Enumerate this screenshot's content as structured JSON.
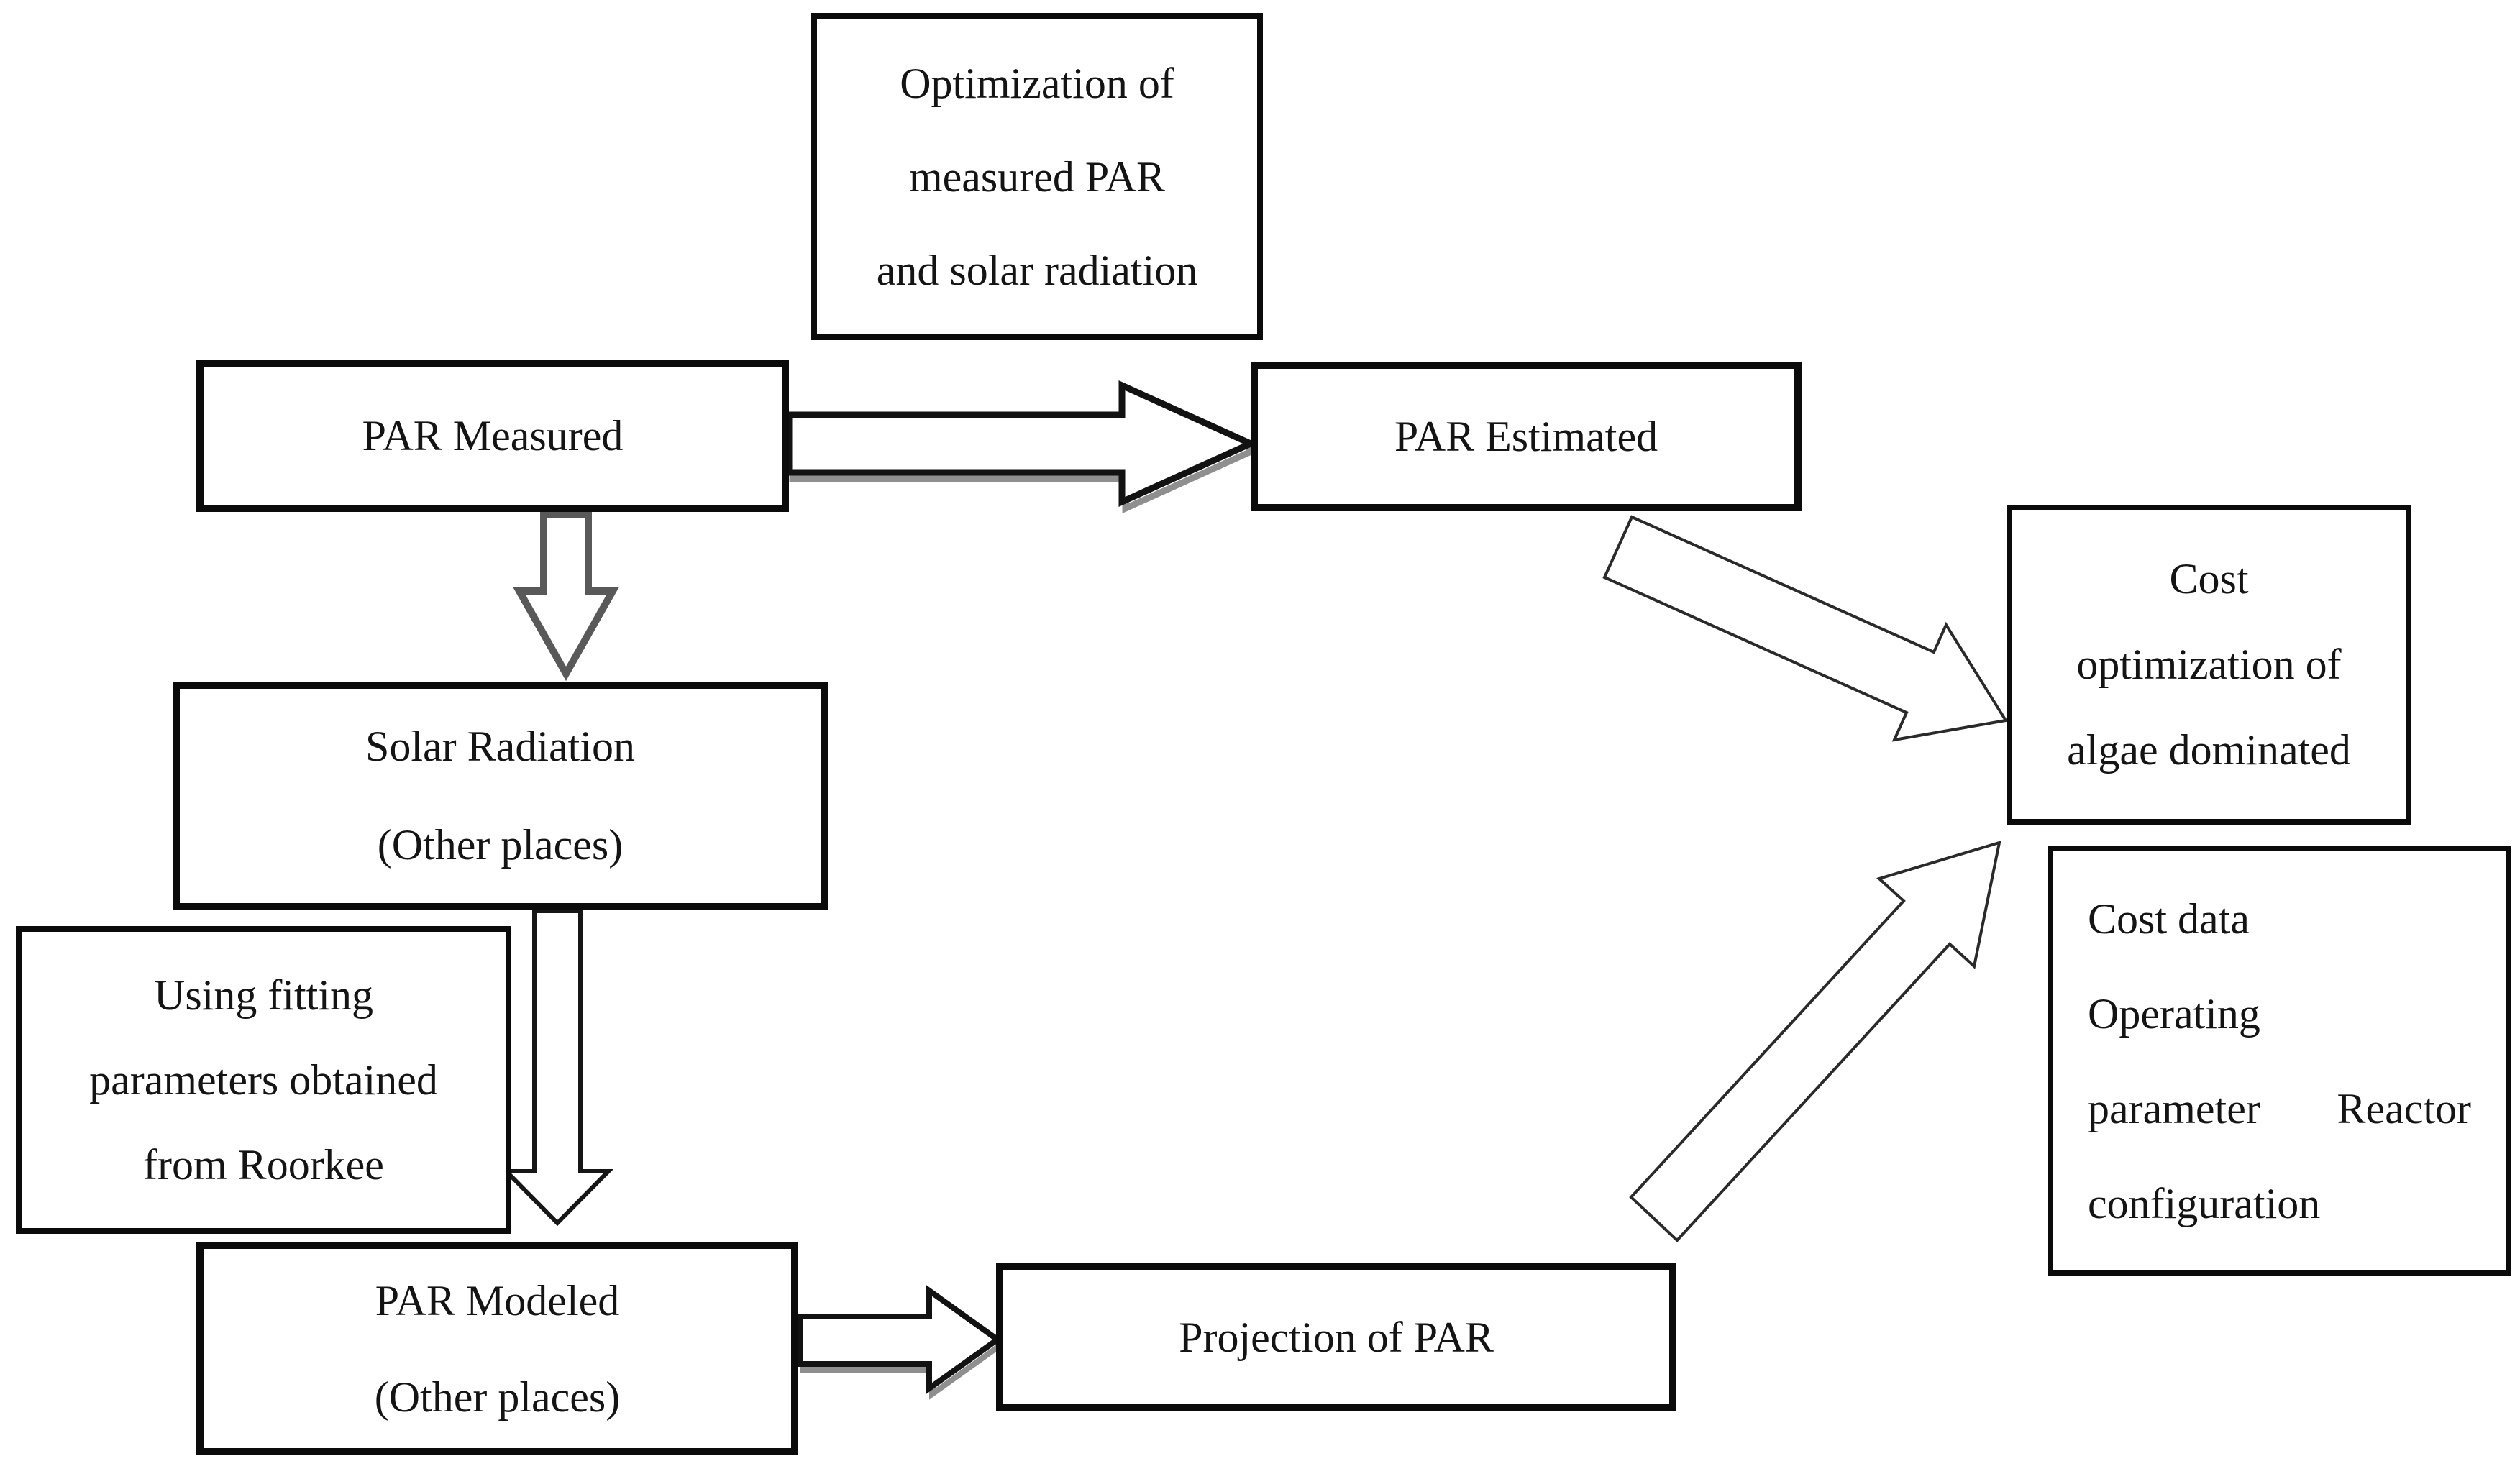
{
  "figure": {
    "background": "#ffffff",
    "text_color": "#141414",
    "border_color": "#0b0b0b"
  },
  "nodes": {
    "optimization": {
      "lines": [
        "Optimization of",
        "measured PAR",
        "and solar radiation"
      ]
    },
    "par_measured": {
      "label": "PAR Measured"
    },
    "par_estimated": {
      "label": "PAR Estimated"
    },
    "solar_radiation": {
      "lines": [
        "Solar Radiation",
        "(Other places)"
      ]
    },
    "fitting": {
      "lines": [
        "Using fitting",
        "parameters obtained",
        "from Roorkee"
      ]
    },
    "par_modeled": {
      "lines": [
        "PAR Modeled",
        "(Other places)"
      ]
    },
    "projection": {
      "label": "Projection of PAR"
    },
    "cost_optimization": {
      "lines": [
        "Cost",
        "optimization of",
        "algae dominated"
      ]
    },
    "cost_data": {
      "line1": "Cost data",
      "line2": "Operating",
      "line3_left": "parameter",
      "line3_right": "Reactor",
      "line4": "configuration"
    }
  },
  "arrows": {
    "measured_to_estimated": {
      "from": "PAR Measured",
      "to": "PAR Estimated",
      "style": "block-right-shadowed",
      "color": "#121212",
      "shadow_color": "#8f8f8f"
    },
    "measured_to_solar": {
      "from": "PAR Measured",
      "to": "Solar Radiation (Other places)",
      "style": "block-down",
      "color": "#595959"
    },
    "solar_to_modeled": {
      "from": "Solar Radiation (Other places)",
      "to": "PAR Modeled (Other places)",
      "style": "block-down-long",
      "color": "#161616"
    },
    "modeled_to_projection": {
      "from": "PAR Modeled (Other places)",
      "to": "Projection of PAR",
      "style": "block-right-shadowed",
      "color": "#121212",
      "shadow_color": "#8f8f8f"
    },
    "estimated_to_cost": {
      "from": "PAR Estimated",
      "to": "Cost optimization of algae dominated",
      "style": "block-diagonal-down-right",
      "color": "#2a2a2a"
    },
    "projection_to_cost": {
      "from": "Projection of PAR",
      "to": "Cost optimization of algae dominated",
      "style": "block-diagonal-up-right",
      "color": "#2a2a2a"
    }
  }
}
